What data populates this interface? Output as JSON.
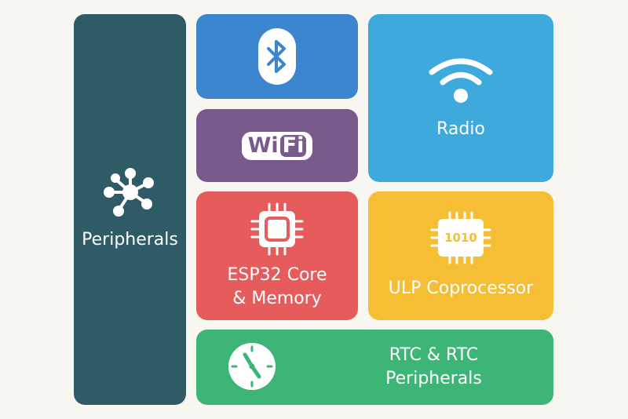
{
  "blocks": {
    "peripherals": {
      "label": "Peripherals",
      "icon": "network-hub-icon"
    },
    "bluetooth": {
      "icon": "bluetooth-icon"
    },
    "radio": {
      "label": "Radio",
      "icon": "wifi-signal-icon"
    },
    "wifi": {
      "logo_text_a": "Wi",
      "logo_text_b": "Fi",
      "icon": "wifi-logo"
    },
    "core": {
      "label_line1": "ESP32 Core",
      "label_line2": "& Memory",
      "icon": "cpu-chip-icon"
    },
    "ulp": {
      "label": "ULP Coprocessor",
      "chip_text": "1010",
      "icon": "chip-icon"
    },
    "rtc": {
      "label_line1": "RTC & RTC",
      "label_line2": "Peripherals",
      "icon": "clock-icon"
    }
  },
  "colors": {
    "background": "#f7f6f1",
    "peripherals": "#2f5b67",
    "bluetooth": "#3b86cf",
    "radio": "#3ea9dd",
    "wifi": "#7a5a8d",
    "core": "#e65b5b",
    "ulp": "#f5be34",
    "rtc": "#3db576"
  }
}
